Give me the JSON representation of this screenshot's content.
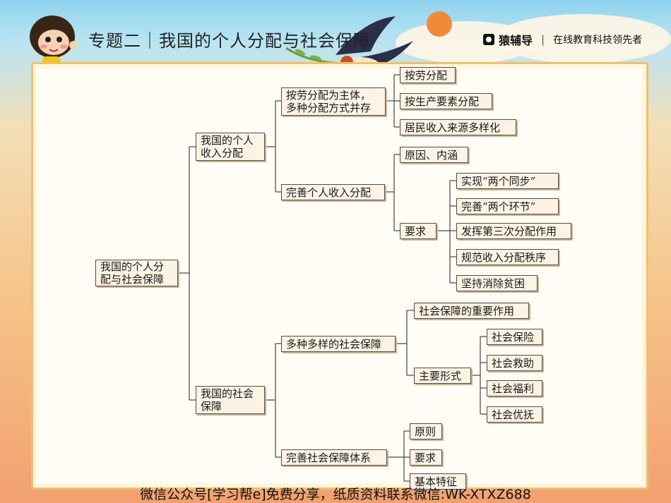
{
  "header": {
    "title": "专题二｜我国的个人分配与社会保障",
    "brand_name": "猿辅导",
    "brand_slogan": "在线教育科技领先者"
  },
  "mindmap": {
    "root": "我国的个人分配与社会保障",
    "income": "我国的个人收入分配",
    "labor": "按劳分配为主体，多种分配方式并存",
    "labor_items": [
      "按劳分配",
      "按生产要素分配",
      "居民收入来源多样化"
    ],
    "improve": "完善个人收入分配",
    "reason": "原因、内涵",
    "requirement": "要求",
    "requirement_items": [
      "实现“两个同步”",
      "完善“两个环节”",
      "发挥第三次分配作用",
      "规范收入分配秩序",
      "坚持消除贫困"
    ],
    "security": "我国的社会保障",
    "diverse": "多种多样的社会保障",
    "role": "社会保障的重要作用",
    "forms": "主要形式",
    "form_items": [
      "社会保险",
      "社会救助",
      "社会福利",
      "社会优抚"
    ],
    "system": "完善社会保障体系",
    "system_items": [
      "原则",
      "要求",
      "基本特征"
    ]
  },
  "footer": {
    "text": "微信公众号[学习帮e]免费分享，纸质资料联系微信:WK-XTXZ688"
  },
  "colors": {
    "accent": "#f0c070",
    "node_bg": "#fbf3e6",
    "line": "#444444"
  }
}
